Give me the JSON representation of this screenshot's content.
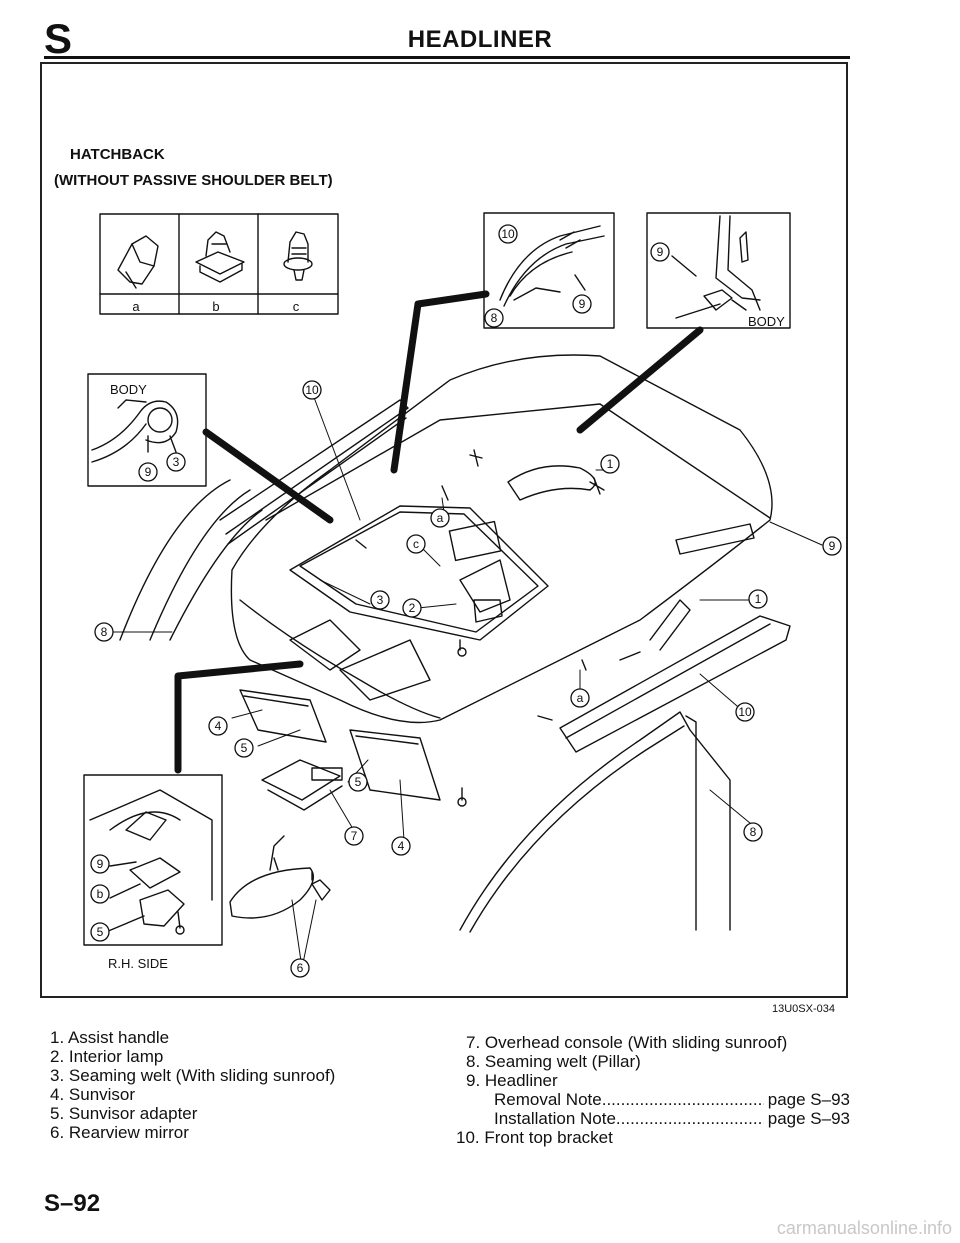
{
  "header": {
    "section_letter": "S",
    "title": "HEADLINER"
  },
  "figure": {
    "heading_line1": "HATCHBACK",
    "heading_line2": "(WITHOUT PASSIVE SHOULDER BELT)",
    "clip_labels": [
      "a",
      "b",
      "c"
    ],
    "body_label": "BODY",
    "side_label": "R.H. SIDE",
    "figure_code": "13U0SX-034",
    "callouts": {
      "n1": "1",
      "n2": "2",
      "n3": "3",
      "n4": "4",
      "n5": "5",
      "n6": "6",
      "n7": "7",
      "n8": "8",
      "n9": "9",
      "n10": "10",
      "a": "a",
      "b": "b",
      "c": "c"
    }
  },
  "legend": {
    "left": [
      "1. Assist handle",
      "2. Interior lamp",
      "3. Seaming welt (With sliding sunroof)",
      "4. Sunvisor",
      "5. Sunvisor adapter",
      "6. Rearview mirror"
    ],
    "right": {
      "item7": "7. Overhead console (With sliding sunroof)",
      "item8": "8. Seaming welt (Pillar)",
      "item9": "9. Headliner",
      "removal_note": "Removal Note",
      "removal_page": "page S–93",
      "installation_note": "Installation Note",
      "installation_page": "page S–93",
      "item10": "10. Front top bracket"
    }
  },
  "footer": {
    "page_number": "S–92",
    "watermark": "carmanualsonline.info"
  }
}
